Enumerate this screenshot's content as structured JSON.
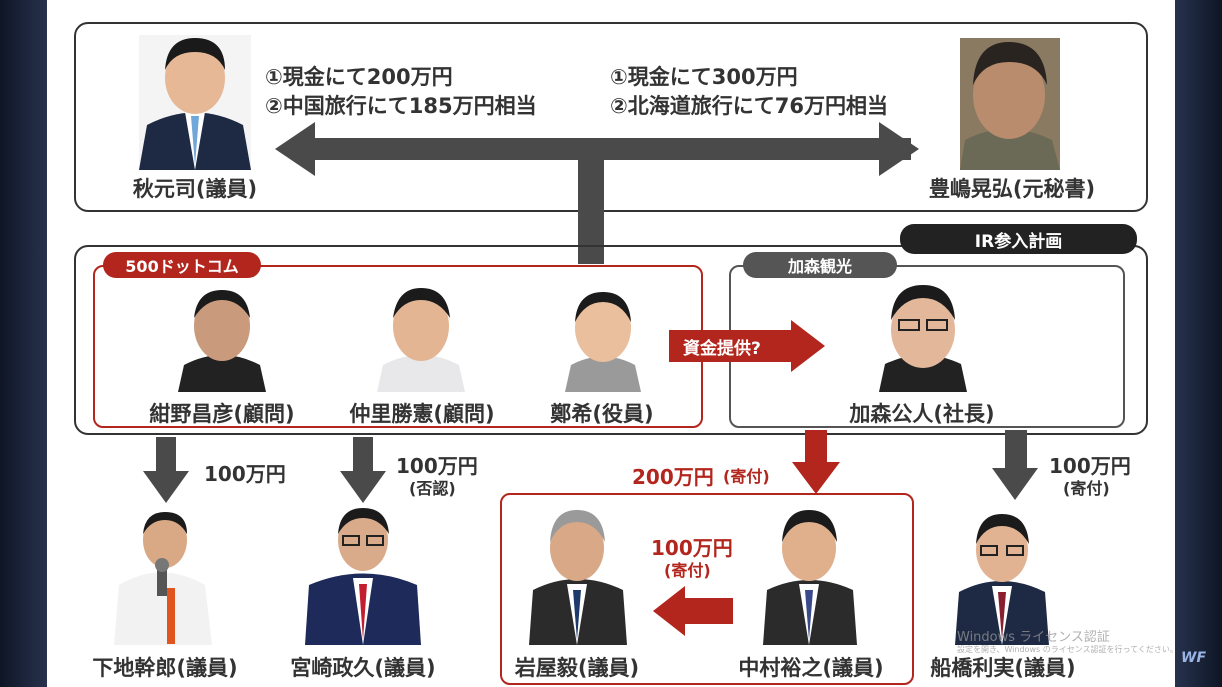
{
  "top": {
    "left_lines": [
      "①現金にて200万円",
      "②中国旅行にて185万円相当"
    ],
    "right_lines": [
      "①現金にて300万円",
      "②北海道旅行にて76万円相当"
    ],
    "left_person": "秋元司(議員)",
    "right_person": "豊嶋晃弘(元秘書)"
  },
  "labels": {
    "ir": "IR参入計画",
    "company500": "500ドットコム",
    "kamori": "加森観光",
    "funding": "資金提供?"
  },
  "people": {
    "konno": "紺野昌彦(顧問)",
    "nakazato": "仲里勝憲(顧問)",
    "tei": "鄭希(役員)",
    "kamori_kimihito": "加森公人(社長)",
    "shimoji": "下地幹郎(議員)",
    "miyazaki": "宮崎政久(議員)",
    "iwaya": "岩屋毅(議員)",
    "nakamura": "中村裕之(議員)",
    "funabashi": "船橋利実(議員)"
  },
  "flows": {
    "shimoji_amount": "100万円",
    "miyazaki_amount": "100万円",
    "miyazaki_note": "(否認)",
    "nakamura_amount": "200万円",
    "nakamura_note": "(寄付)",
    "iwaya_amount": "100万円",
    "iwaya_note": "(寄付)",
    "funabashi_amount": "100万円",
    "funabashi_note": "(寄付)"
  },
  "watermark": {
    "line1": "Windows ライセンス認証",
    "line2": "設定を開き、Windows のライセンス認証を行ってください。",
    "logo": "WF"
  },
  "colors": {
    "accent_red": "#b3261e",
    "dark_gray": "#4a4a4a",
    "box_border": "#333333"
  }
}
